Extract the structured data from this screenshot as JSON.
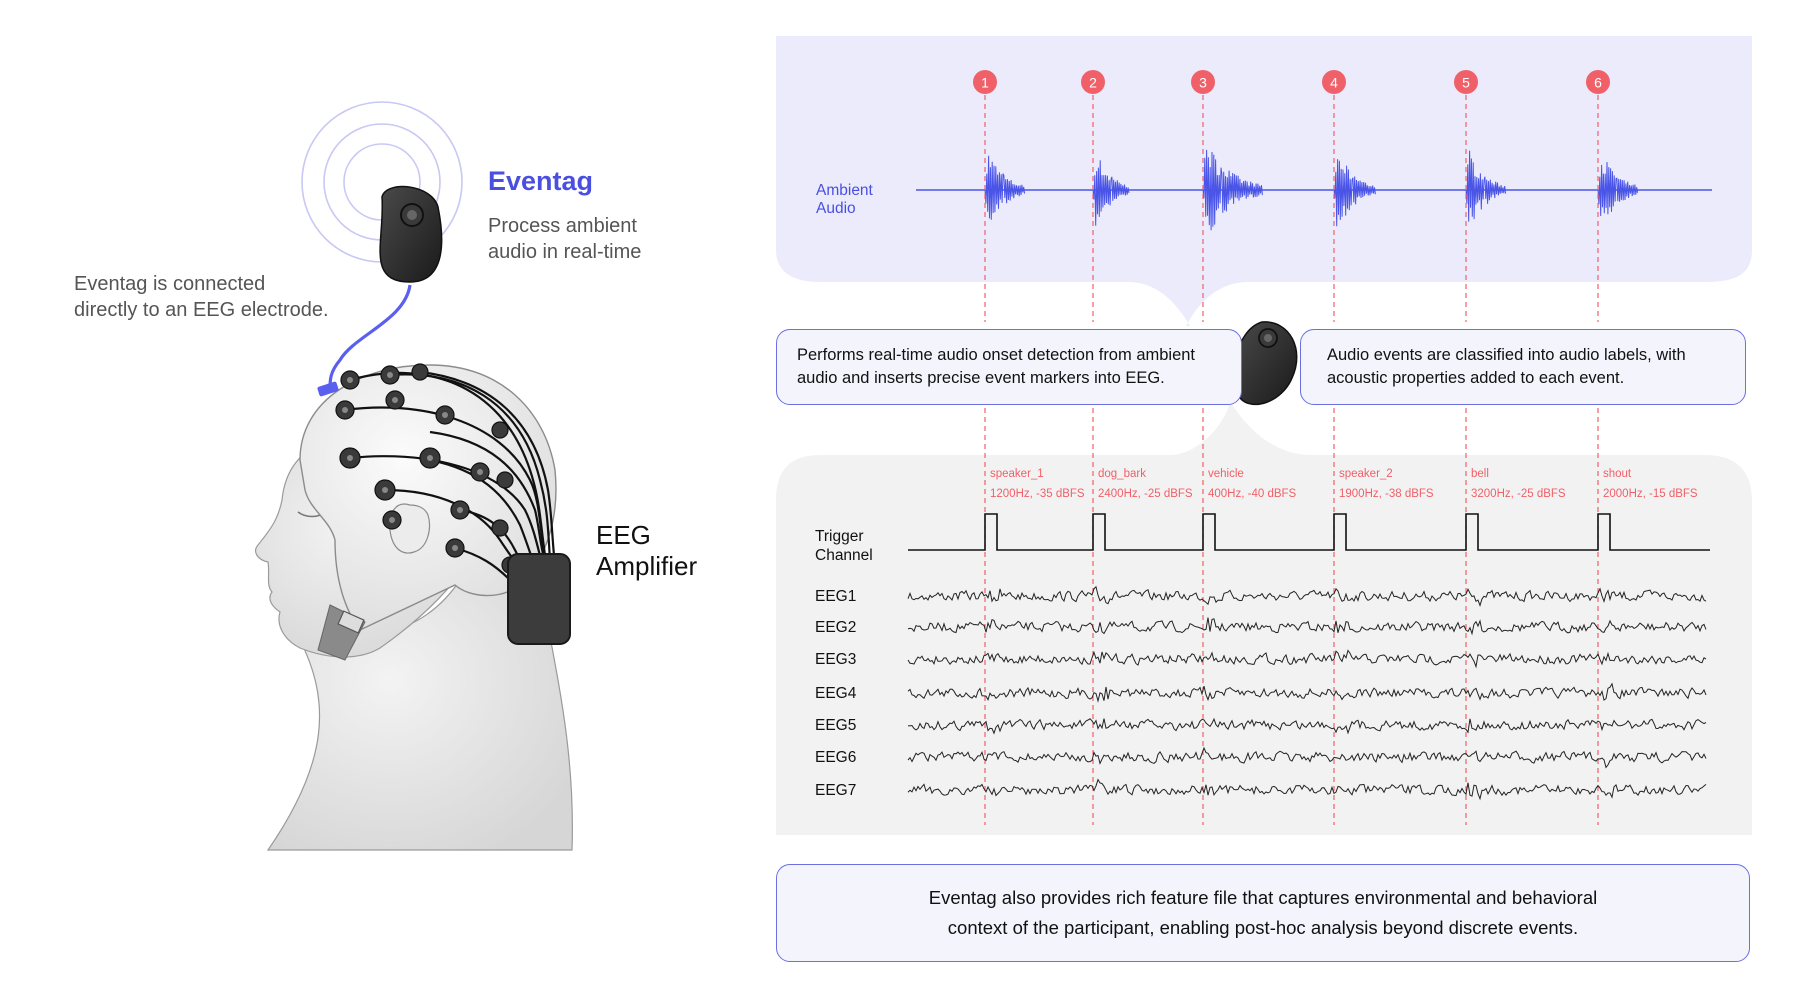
{
  "device": {
    "name": "Eventag",
    "description": "Process ambient\naudio in real-time",
    "connection_note": "Eventag is connected\ndirectly to an EEG electrode."
  },
  "amplifier_label": "EEG\nAmplifier",
  "audio_panel": {
    "label": "Ambient\nAudio"
  },
  "markers": [
    "1",
    "2",
    "3",
    "4",
    "5",
    "6"
  ],
  "callouts": {
    "left": "Performs real-time audio onset detection from ambient\naudio and inserts precise event markers into EEG.",
    "right": "Audio events are classified into audio labels, with\nacoustic properties added to each event.",
    "bottom": "Eventag also provides rich feature file that captures environmental and behavioral\ncontext of the participant, enabling post-hoc analysis beyond discrete events."
  },
  "events": [
    {
      "label": "speaker_1",
      "props": "1200Hz, -35 dBFS"
    },
    {
      "label": "dog_bark",
      "props": "2400Hz, -25 dBFS"
    },
    {
      "label": "vehicle",
      "props": "400Hz, -40 dBFS"
    },
    {
      "label": "speaker_2",
      "props": "1900Hz, -38 dBFS"
    },
    {
      "label": "bell",
      "props": "3200Hz, -25 dBFS"
    },
    {
      "label": "shout",
      "props": "2000Hz, -15 dBFS"
    }
  ],
  "trigger_label": "Trigger\nChannel",
  "eeg_channels": [
    "EEG1",
    "EEG2",
    "EEG3",
    "EEG4",
    "EEG5",
    "EEG6",
    "EEG7"
  ],
  "colors": {
    "accent": "#4a4fe0",
    "marker": "#f06068",
    "audio_wave": "#4a55e8",
    "audio_bg": "#ebebfc",
    "eeg_bg": "#f2f2f2",
    "text": "#111111",
    "muted": "#555555"
  }
}
